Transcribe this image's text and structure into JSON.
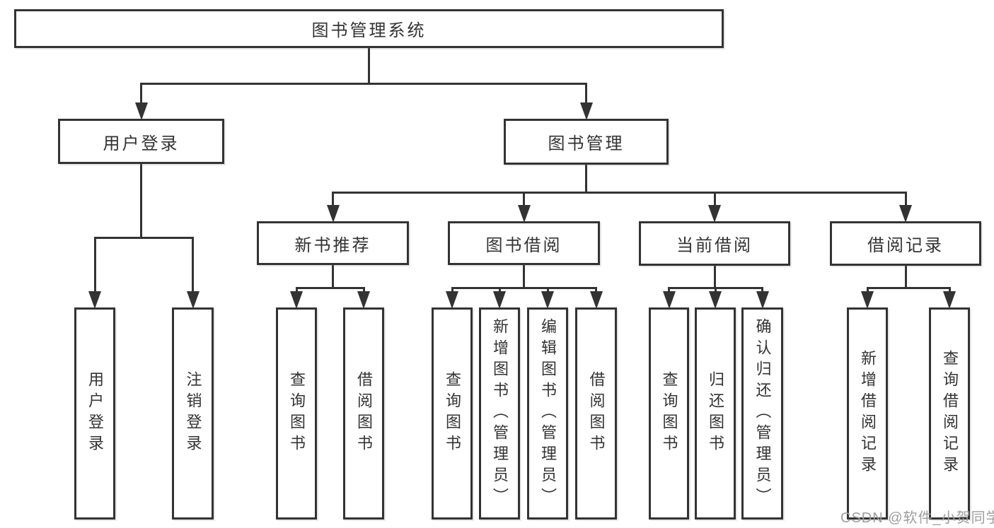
{
  "colors": {
    "line": "#333333",
    "text": "#333333",
    "box_background": "#ffffff",
    "background": "#ffffff",
    "watermark": "#9e9e9e"
  },
  "watermark": "CSDN @软件_小贺同学",
  "tree": {
    "id": "root",
    "label": "图书管理系统",
    "children": [
      {
        "id": "user-login",
        "label": "用户登录",
        "children": [
          {
            "id": "user-login-leaf",
            "label": "用户登录"
          },
          {
            "id": "logout",
            "label": "注销登录"
          }
        ]
      },
      {
        "id": "book-mgmt",
        "label": "图书管理",
        "children": [
          {
            "id": "new-book-rec",
            "label": "新书推荐",
            "children": [
              {
                "id": "query-books-1",
                "label": "查询图书"
              },
              {
                "id": "borrow-books-1",
                "label": "借阅图书"
              }
            ]
          },
          {
            "id": "book-borrow",
            "label": "图书借阅",
            "children": [
              {
                "id": "query-books-2",
                "label": "查询图书"
              },
              {
                "id": "add-books",
                "label": "新增图书（管理员）"
              },
              {
                "id": "edit-books",
                "label": "编辑图书（管理员）"
              },
              {
                "id": "borrow-books-2",
                "label": "借阅图书"
              }
            ]
          },
          {
            "id": "current-borrow",
            "label": "当前借阅",
            "children": [
              {
                "id": "query-books-3",
                "label": "查询图书"
              },
              {
                "id": "return-books",
                "label": "归还图书"
              },
              {
                "id": "confirm-return",
                "label": "确认归还（管理员）"
              }
            ]
          },
          {
            "id": "borrow-records",
            "label": "借阅记录",
            "children": [
              {
                "id": "add-borrow-record",
                "label": "新增借阅记录"
              },
              {
                "id": "query-borrow-record",
                "label": "查询借阅记录"
              }
            ]
          }
        ]
      }
    ]
  }
}
